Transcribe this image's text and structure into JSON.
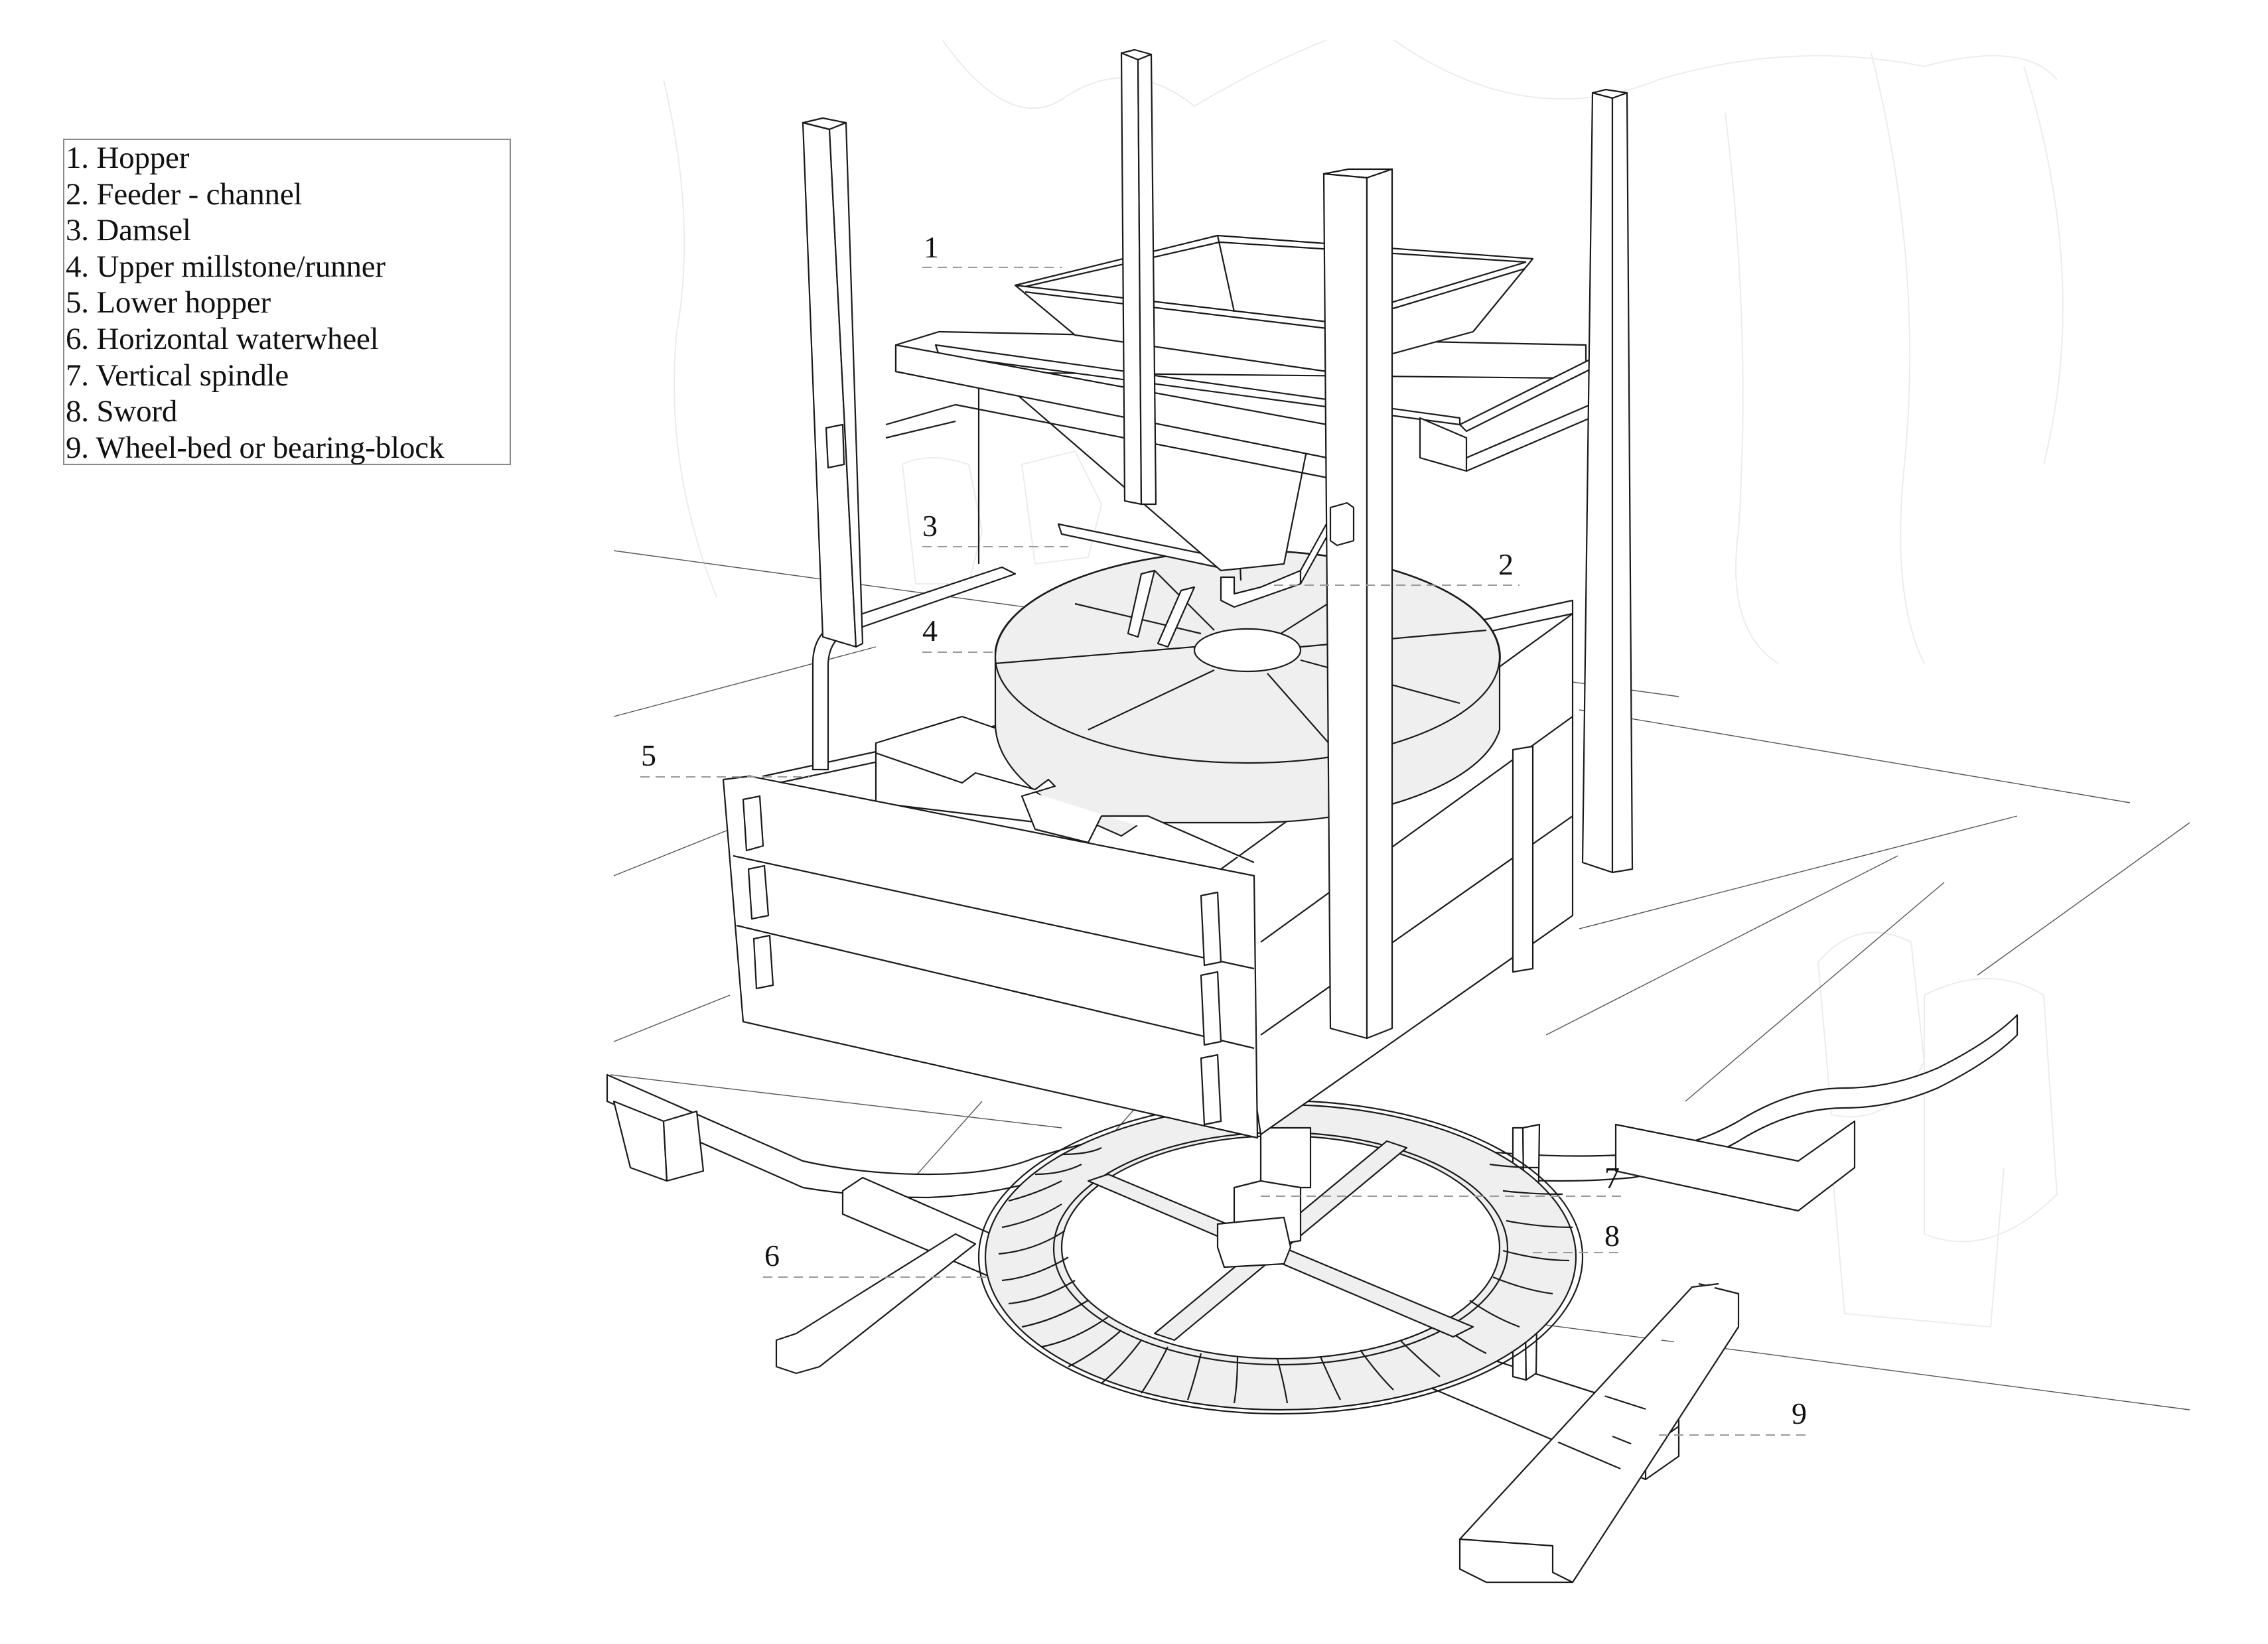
{
  "legend": {
    "items": [
      {
        "number": 1,
        "text": "1. Hopper"
      },
      {
        "number": 2,
        "text": "2. Feeder - channel"
      },
      {
        "number": 3,
        "text": "3. Damsel"
      },
      {
        "number": 4,
        "text": "4. Upper millstone/runner"
      },
      {
        "number": 5,
        "text": "5. Lower hopper"
      },
      {
        "number": 6,
        "text": "6. Horizontal waterwheel"
      },
      {
        "number": 7,
        "text": "7. Vertical spindle"
      },
      {
        "number": 8,
        "text": "8. Sword"
      },
      {
        "number": 9,
        "text": "9. Wheel-bed or bearing-block"
      }
    ]
  },
  "callouts": [
    {
      "label": "1",
      "part": "Hopper"
    },
    {
      "label": "2",
      "part": "Feeder - channel"
    },
    {
      "label": "3",
      "part": "Damsel"
    },
    {
      "label": "4",
      "part": "Upper millstone/runner"
    },
    {
      "label": "5",
      "part": "Lower hopper"
    },
    {
      "label": "6",
      "part": "Horizontal waterwheel"
    },
    {
      "label": "7",
      "part": "Vertical spindle"
    },
    {
      "label": "8",
      "part": "Sword"
    },
    {
      "label": "9",
      "part": "Wheel-bed or bearing-block"
    }
  ],
  "colors": {
    "line": "#1a1a1a",
    "shade": "#efefef",
    "leader": "#9a9a9a",
    "legend_border": "#8a8a8a"
  }
}
